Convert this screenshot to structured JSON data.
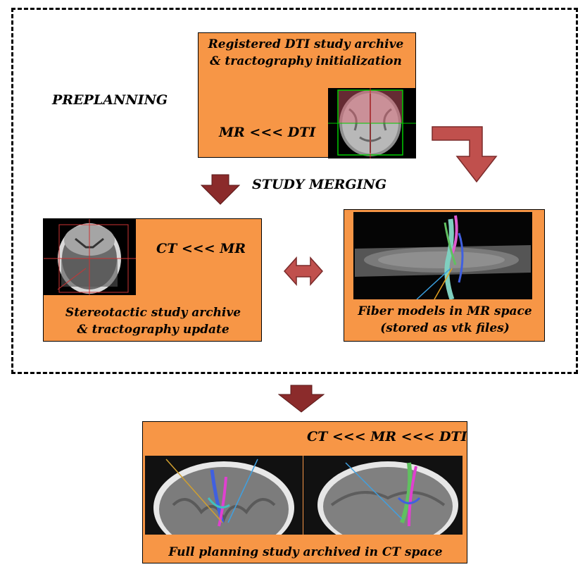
{
  "preplanning_label": "PREPLANNING",
  "study_merging_label": "STUDY MERGING",
  "top_box": {
    "line1": "Registered DTI study archive",
    "line2": "& tractography initialization",
    "reg": "MR <<< DTI"
  },
  "left_box": {
    "reg": "CT <<< MR",
    "line1": "Stereotactic study archive",
    "line2": "& tractography update"
  },
  "right_box": {
    "line1": "Fiber models in MR space",
    "line2": "(stored as vtk files)"
  },
  "bottom_box": {
    "reg": "CT <<< MR <<< DTI",
    "caption": "Full planning study archived in CT space"
  },
  "colors": {
    "box_fill": "#f79646",
    "arrow_fill": "#8b2b2b",
    "arrow_light": "#c0504d"
  }
}
